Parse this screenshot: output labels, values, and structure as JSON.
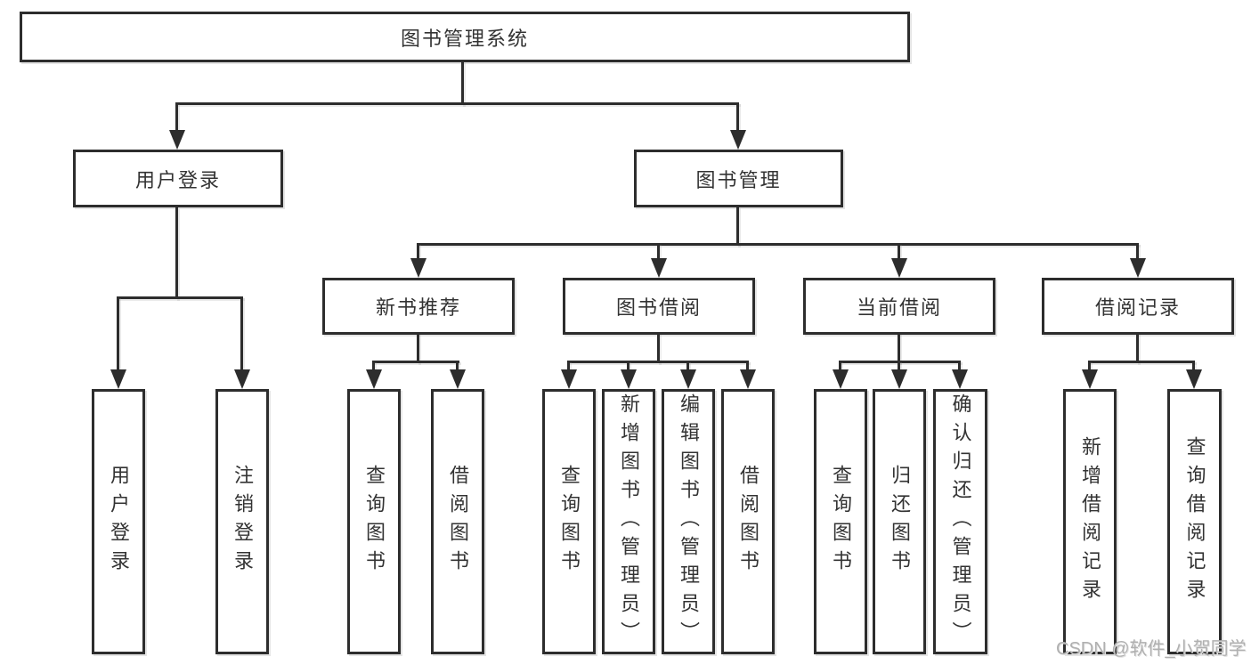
{
  "tree": {
    "label": "图书管理系统",
    "children": [
      {
        "label": "用户登录",
        "children": [
          {
            "label": "用户登录"
          },
          {
            "label": "注销登录"
          }
        ]
      },
      {
        "label": "图书管理",
        "children": [
          {
            "label": "新书推荐",
            "children": [
              {
                "label": "查询图书"
              },
              {
                "label": "借阅图书"
              }
            ]
          },
          {
            "label": "图书借阅",
            "children": [
              {
                "label": "查询图书"
              },
              {
                "label": "新增图书（管理员）"
              },
              {
                "label": "编辑图书（管理员）"
              },
              {
                "label": "借阅图书"
              }
            ]
          },
          {
            "label": "当前借阅",
            "children": [
              {
                "label": "查询图书"
              },
              {
                "label": "归还图书"
              },
              {
                "label": "确认归还（管理员）"
              }
            ]
          },
          {
            "label": "借阅记录",
            "children": [
              {
                "label": "新增借阅记录"
              },
              {
                "label": "查询借阅记录"
              }
            ]
          }
        ]
      }
    ]
  },
  "watermark": {
    "text": "CSDN @软件_小贺同学"
  },
  "colors": {
    "line": "#2d2d2d",
    "text": "#333333",
    "watermark": "#b0b0b0",
    "background": "#ffffff"
  }
}
